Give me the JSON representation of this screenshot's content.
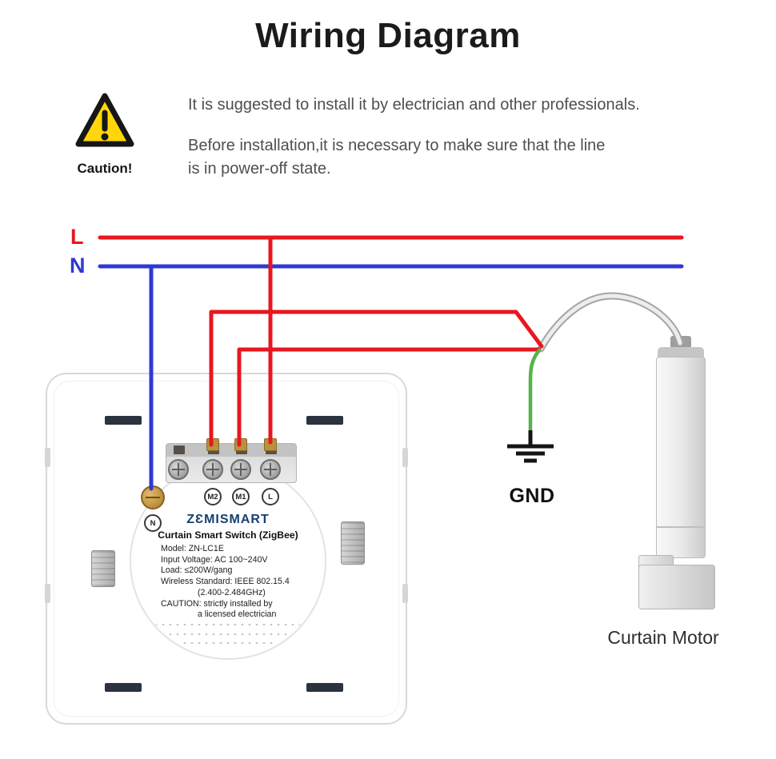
{
  "title": "Wiring Diagram",
  "caution": {
    "label": "Caution!",
    "note1": "It is suggested to install it by electrician and other professionals.",
    "note2_line1": "Before installation,it is necessary to make sure that the line",
    "note2_line2": "is in power-off state."
  },
  "wiring": {
    "live_label": "L",
    "neutral_label": "N",
    "ground_label": "GND",
    "colors": {
      "live": "#e8171f",
      "neutral": "#3038d4",
      "ground": "#57b34a",
      "warning_yellow": "#ffd60a",
      "cable_outline": "#a5a5a5"
    }
  },
  "switch_device": {
    "brand_logo": "ZƐMISMART",
    "product_name": "Curtain Smart Switch (ZigBee)",
    "specs": [
      "Model: ZN-LC1E",
      "Input Voltage: AC 100~240V",
      "Load: ≤200W/gang",
      "Wireless Standard: IEEE 802.15.4",
      "(2.400-2.484GHz)",
      "CAUTION: strictly installed by",
      "a licensed electrician"
    ],
    "terminals": {
      "neutral": "N",
      "motor2": "M2",
      "motor1": "M1",
      "live": "L"
    }
  },
  "motor": {
    "label": "Curtain Motor"
  }
}
